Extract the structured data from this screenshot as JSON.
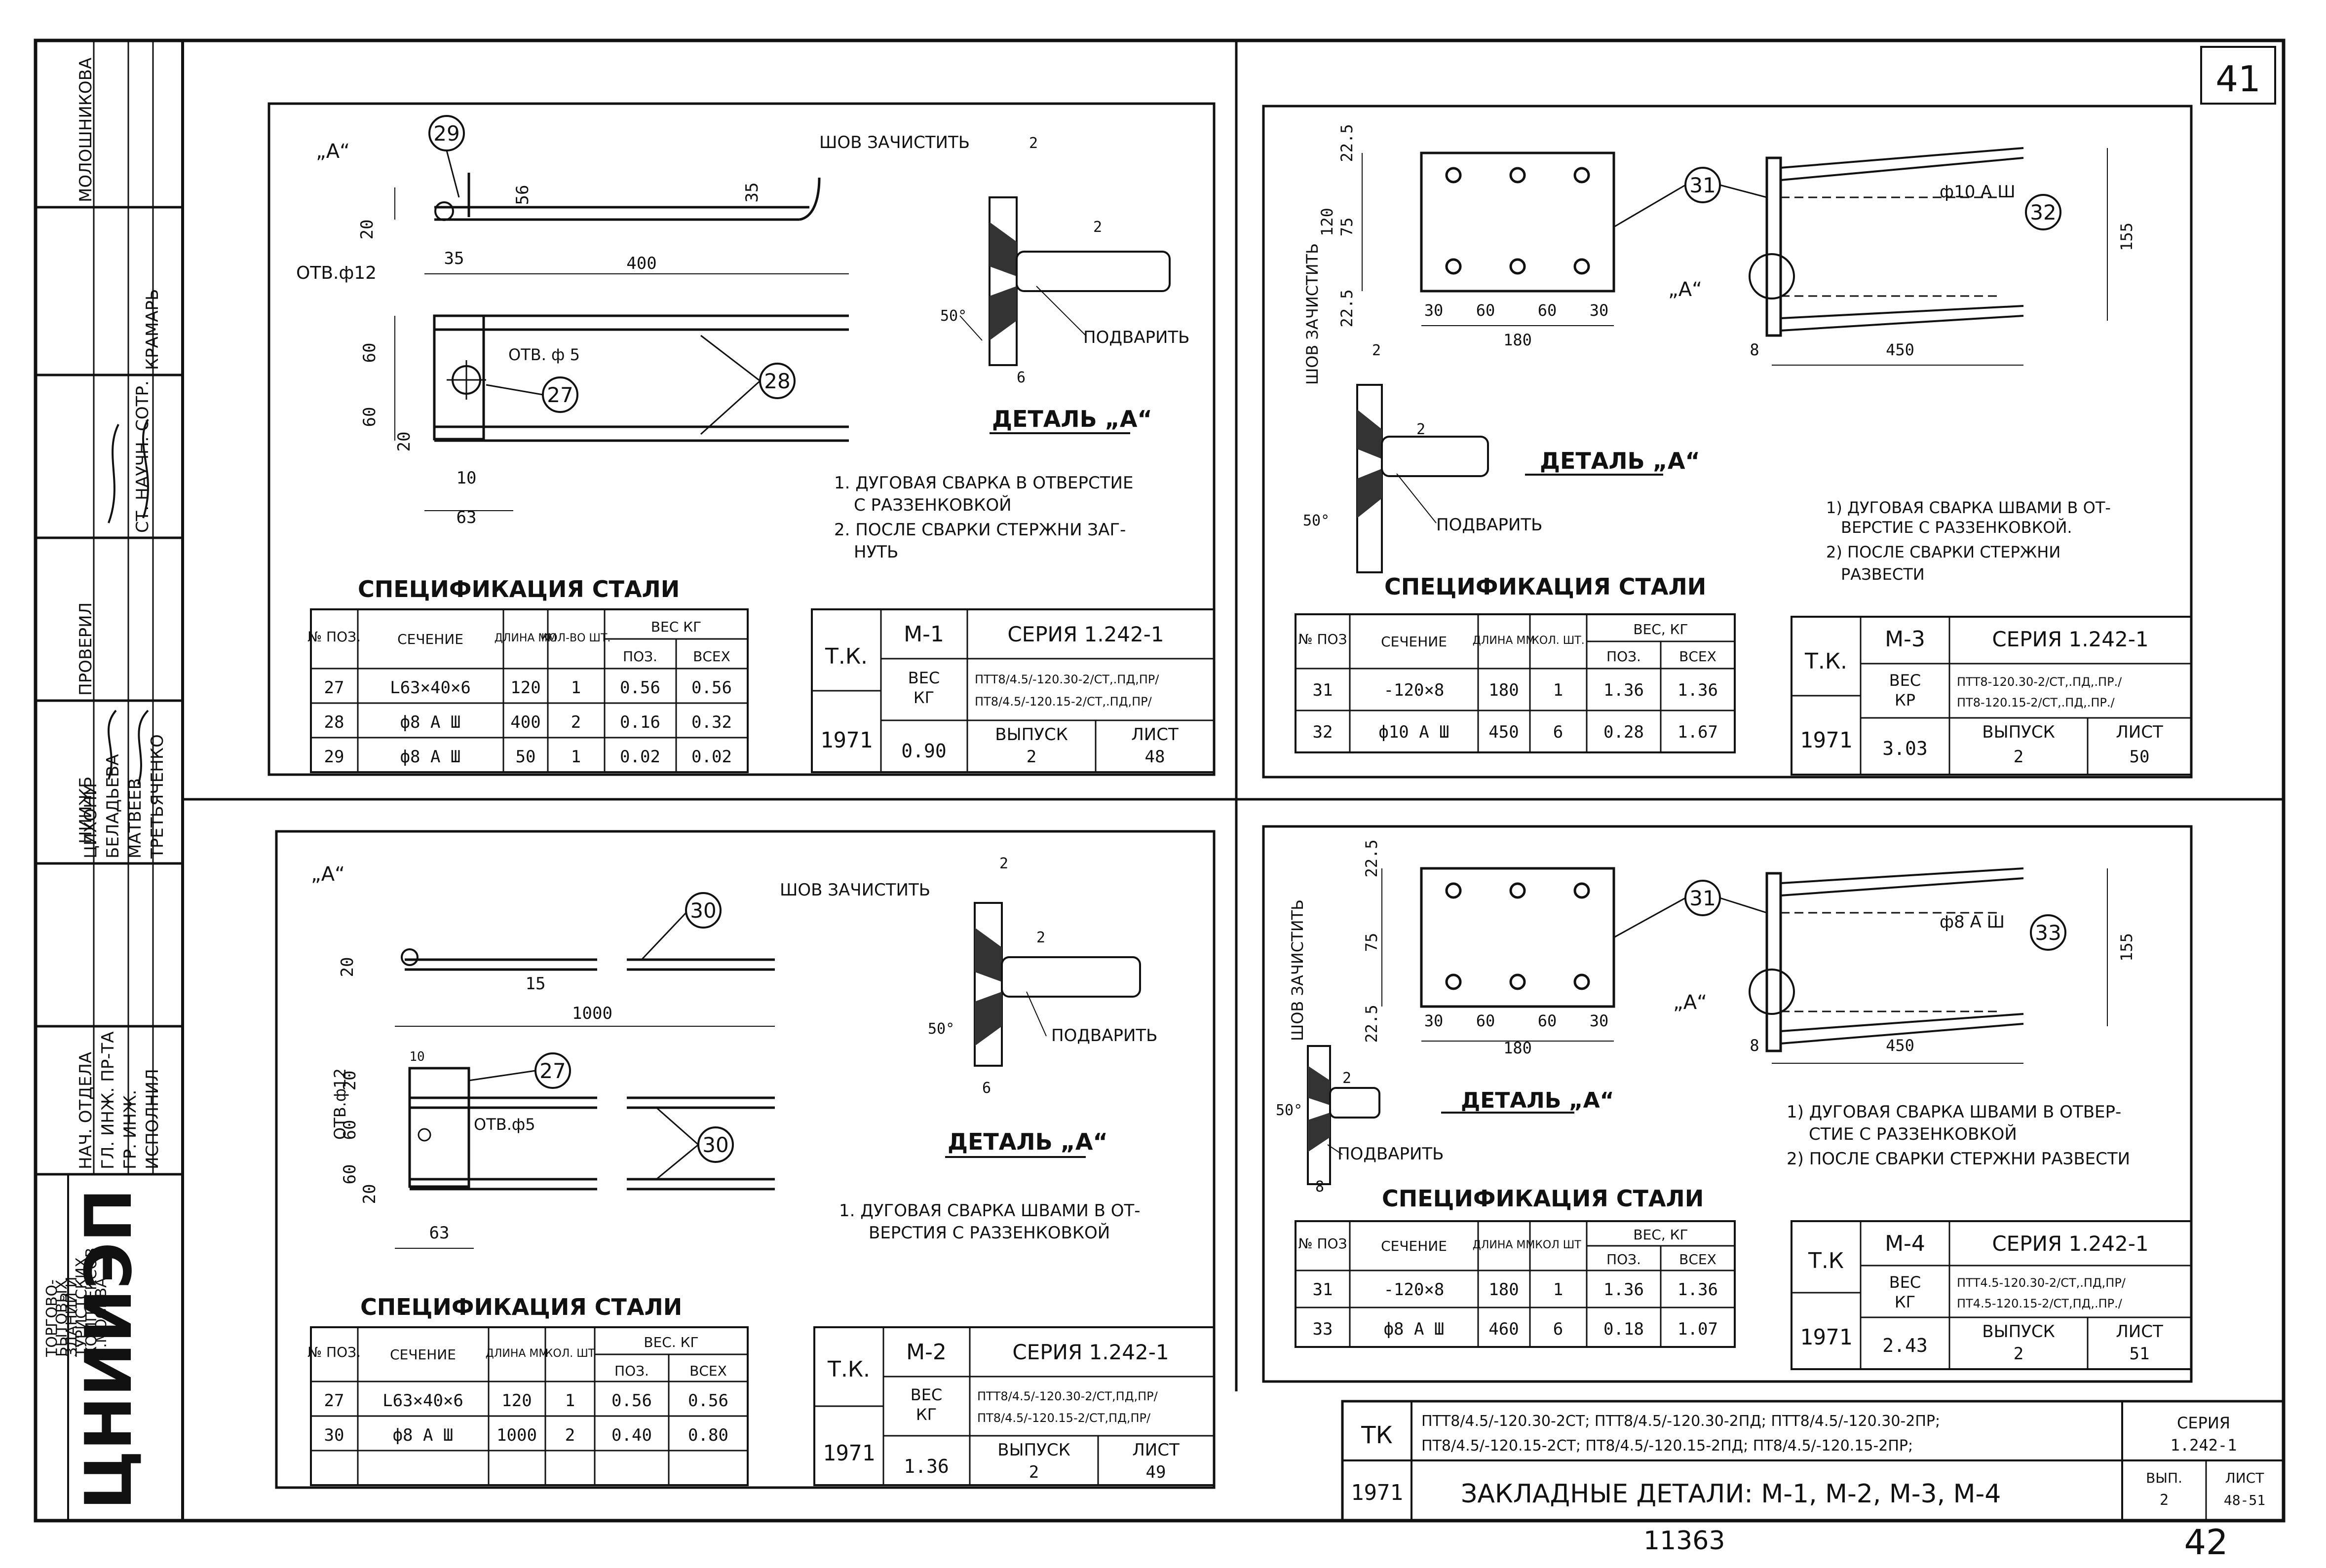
{
  "sheet_number_top": "41",
  "sheet_number_bottom": "42",
  "inventory_number": "11363",
  "left_stamp": {
    "org_lines": [
      "ТОРГОВО-",
      "БЫТОВЫХ",
      "ЗДАНИЙ И",
      "ТУРИСТСКИХ",
      "КОМПЛЕКСОВ",
      "Г.МОСКВА"
    ],
    "org_logo": "ЦНИИЭП",
    "roles": [
      "НАЧ. ОТДЕЛА",
      "ГЛ. ИНЖ. ПР-ТА",
      "ГР. ИНЖ.",
      "ИСПОЛНИЛ"
    ],
    "names": [
      "ЦИХОНИ",
      "БЕЛАДЬЕВА",
      "МАТВЕЕВ",
      "ТРЕТЬЯЧЕНКО"
    ],
    "roles2": [
      "ПРОВЕРИЛ",
      "СТ. НАУЧН. СОТР."
    ],
    "names2": [
      "НИИЖБ",
      "",
      "КРАМАРЬ",
      "МОЛОШНИКОВА"
    ]
  },
  "panel_m1": {
    "callouts": [
      "29",
      "27",
      "28"
    ],
    "detail_mark": "„А“",
    "dims": [
      "20",
      "56",
      "35",
      "35",
      "400",
      "60",
      "60",
      "20",
      "10",
      "63"
    ],
    "hole_label": "ОТВ.ф12",
    "hole_small": "ОТВ. ф 5",
    "weld_clean": "ШОВ ЗАЧИСТИТЬ",
    "weld_under": "ПОДВАРИТЬ",
    "detail_title": "ДЕТАЛЬ „А“",
    "detail_dims": [
      "2",
      "2",
      "6",
      "50°"
    ],
    "notes": [
      "1. ДУГОВАЯ СВАРКА В ОТВЕРСТИЕ",
      "С РАЗЗЕНКОВКОЙ",
      "2. ПОСЛЕ СВАРКИ СТЕРЖНИ ЗАГ-",
      "НУТЬ"
    ],
    "spec_title": "СПЕЦИФИКАЦИЯ СТАЛИ",
    "spec_header": [
      "№ ПОЗ.",
      "СЕЧЕНИЕ",
      "ДЛИНА ММ",
      "КОЛ-ВО ШТ.",
      "ПОЗ.",
      "ВСЕХ"
    ],
    "spec_weight_header": "ВЕС КГ",
    "spec_rows": [
      [
        "27",
        "L63×40×6",
        "120",
        "1",
        "0.56",
        "0.56"
      ],
      [
        "28",
        "ф8 А Ш",
        "400",
        "2",
        "0.16",
        "0.32"
      ],
      [
        "29",
        "ф8 А Ш",
        "50",
        "1",
        "0.02",
        "0.02"
      ]
    ],
    "tk": "Т.К.",
    "year": "1971",
    "mark": "М-1",
    "series": "СЕРИЯ 1.242-1",
    "ves": "ВЕС",
    "kg": "КГ",
    "weight": "0.90",
    "items": [
      "ПТТ8/4.5/-120.30-2/СТ,.ПД,ПР/",
      "ПТ8/4.5/-120.15-2/СТ,.ПД,ПР/"
    ],
    "vypusk": "ВЫПУСК",
    "vypusk_val": "2",
    "list": "ЛИСТ",
    "list_val": "48"
  },
  "panel_m2": {
    "callouts": [
      "30",
      "27",
      "30"
    ],
    "detail_mark": "„А“",
    "dims": [
      "20",
      "15",
      "1000",
      "10",
      "20",
      "60",
      "60",
      "20",
      "63"
    ],
    "hole_label": "ОТВ.ф12",
    "hole_small": "ОТВ.ф5",
    "weld_clean": "ШОВ ЗАЧИСТИТЬ",
    "weld_under": "ПОДВАРИТЬ",
    "detail_title": "ДЕТАЛЬ „А“",
    "detail_dims": [
      "2",
      "2",
      "6",
      "50°"
    ],
    "notes": [
      "1. ДУГОВАЯ СВАРКА ШВАМИ В ОТ-",
      "ВЕРСТИЯ С РАЗЗЕНКОВКОЙ"
    ],
    "spec_title": "СПЕЦИФИКАЦИЯ СТАЛИ",
    "spec_header": [
      "№ ПОЗ.",
      "СЕЧЕНИЕ",
      "ДЛИНА ММ",
      "КОЛ. ШТ",
      "ПОЗ.",
      "ВСЕХ"
    ],
    "spec_weight_header": "ВЕС. КГ",
    "spec_rows": [
      [
        "27",
        "L63×40×6",
        "120",
        "1",
        "0.56",
        "0.56"
      ],
      [
        "30",
        "ф8 А Ш",
        "1000",
        "2",
        "0.40",
        "0.80"
      ]
    ],
    "tk": "Т.К.",
    "year": "1971",
    "mark": "М-2",
    "series": "СЕРИЯ 1.242-1",
    "ves": "ВЕС",
    "kg": "КГ",
    "weight": "1.36",
    "items": [
      "ПТТ8/4.5/-120.30-2/СТ,ПД,ПР/",
      "ПТ8/4.5/-120.15-2/СТ,ПД,ПР/"
    ],
    "vypusk": "ВЫПУСК",
    "vypusk_val": "2",
    "list": "ЛИСТ",
    "list_val": "49"
  },
  "panel_m3": {
    "callouts": [
      "31",
      "32"
    ],
    "detail_mark": "„А“",
    "dims": [
      "22.5",
      "120",
      "75",
      "22.5",
      "30",
      "60",
      "60",
      "30",
      "180",
      "155",
      "8",
      "450"
    ],
    "rod_label": "ф10 А Ш",
    "weld_clean": "ШОВ ЗАЧИСТИТЬ",
    "weld_under": "ПОДВАРИТЬ",
    "detail_title": "ДЕТАЛЬ „А“",
    "detail_dims": [
      "2",
      "2",
      "50°"
    ],
    "notes": [
      "1) ДУГОВАЯ СВАРКА ШВАМИ В ОТ-",
      "ВЕРСТИЕ С РАЗЗЕНКОВКОЙ.",
      "2) ПОСЛЕ СВАРКИ СТЕРЖНИ",
      "РАЗВЕСТИ"
    ],
    "spec_title": "СПЕЦИФИКАЦИЯ СТАЛИ",
    "spec_header": [
      "№ ПОЗ",
      "СЕЧЕНИЕ",
      "ДЛИНА ММ",
      "КОЛ. ШТ.",
      "ПОЗ.",
      "ВСЕХ"
    ],
    "spec_weight_header": "ВЕС, КГ",
    "spec_rows": [
      [
        "31",
        "-120×8",
        "180",
        "1",
        "1.36",
        "1.36"
      ],
      [
        "32",
        "ф10 А Ш",
        "450",
        "6",
        "0.28",
        "1.67"
      ]
    ],
    "tk": "Т.К.",
    "year": "1971",
    "mark": "М-3",
    "series": "СЕРИЯ 1.242-1",
    "ves": "ВЕС",
    "kg": "КР",
    "weight": "3.03",
    "items": [
      "ПТТ8-120.30-2/СТ,.ПД,.ПР./",
      "ПТ8-120.15-2/СТ,.ПД,.ПР./"
    ],
    "vypusk": "ВЫПУСК",
    "vypusk_val": "2",
    "list": "ЛИСТ",
    "list_val": "50"
  },
  "panel_m4": {
    "callouts": [
      "31",
      "33"
    ],
    "detail_mark": "„А“",
    "dims": [
      "22.5",
      "75",
      "22.5",
      "30",
      "60",
      "60",
      "30",
      "180",
      "155",
      "8",
      "450"
    ],
    "rod_label": "ф8 А Ш",
    "weld_clean": "ШОВ ЗАЧИСТИТЬ",
    "weld_under": "ПОДВАРИТЬ",
    "detail_title": "ДЕТАЛЬ „А“",
    "detail_dims": [
      "2",
      "50°",
      "8"
    ],
    "notes": [
      "1) ДУГОВАЯ СВАРКА ШВАМИ В ОТВЕР-",
      "СТИЕ С РАЗЗЕНКОВКОЙ",
      "2) ПОСЛЕ СВАРКИ СТЕРЖНИ РАЗВЕСТИ"
    ],
    "spec_title": "СПЕЦИФИКАЦИЯ СТАЛИ",
    "spec_header": [
      "№ ПОЗ",
      "СЕЧЕНИЕ",
      "ДЛИНА ММ",
      "КОЛ ШТ",
      "ПОЗ.",
      "ВСЕХ"
    ],
    "spec_weight_header": "ВЕС, КГ",
    "spec_rows": [
      [
        "31",
        "-120×8",
        "180",
        "1",
        "1.36",
        "1.36"
      ],
      [
        "33",
        "ф8 А Ш",
        "460",
        "6",
        "0.18",
        "1.07"
      ]
    ],
    "tk": "Т.К",
    "year": "1971",
    "mark": "М-4",
    "series": "СЕРИЯ 1.242-1",
    "ves": "ВЕС",
    "kg": "КГ",
    "weight": "2.43",
    "items": [
      "ПТТ4.5-120.30-2/СТ,.ПД,ПР/",
      "ПТ4.5-120.15-2/СТ,ПД,.ПР./"
    ],
    "vypusk": "ВЫПУСК",
    "vypusk_val": "2",
    "list": "ЛИСТ",
    "list_val": "51"
  },
  "title_block": {
    "tk": "ТК",
    "year": "1971",
    "line1": "ПТТ8/4.5/-120.30-2СТ; ПТТ8/4.5/-120.30-2ПД; ПТТ8/4.5/-120.30-2ПР;",
    "line2": "ПТ8/4.5/-120.15-2СТ; ПТ8/4.5/-120.15-2ПД; ПТ8/4.5/-120.15-2ПР;",
    "title": "ЗАКЛАДНЫЕ ДЕТАЛИ: М-1, М-2, М-3, М-4",
    "series_label": "СЕРИЯ",
    "series": "1.242-1",
    "vyp_label": "ВЫП.",
    "vyp": "2",
    "list_label": "ЛИСТ",
    "list": "48-51"
  }
}
